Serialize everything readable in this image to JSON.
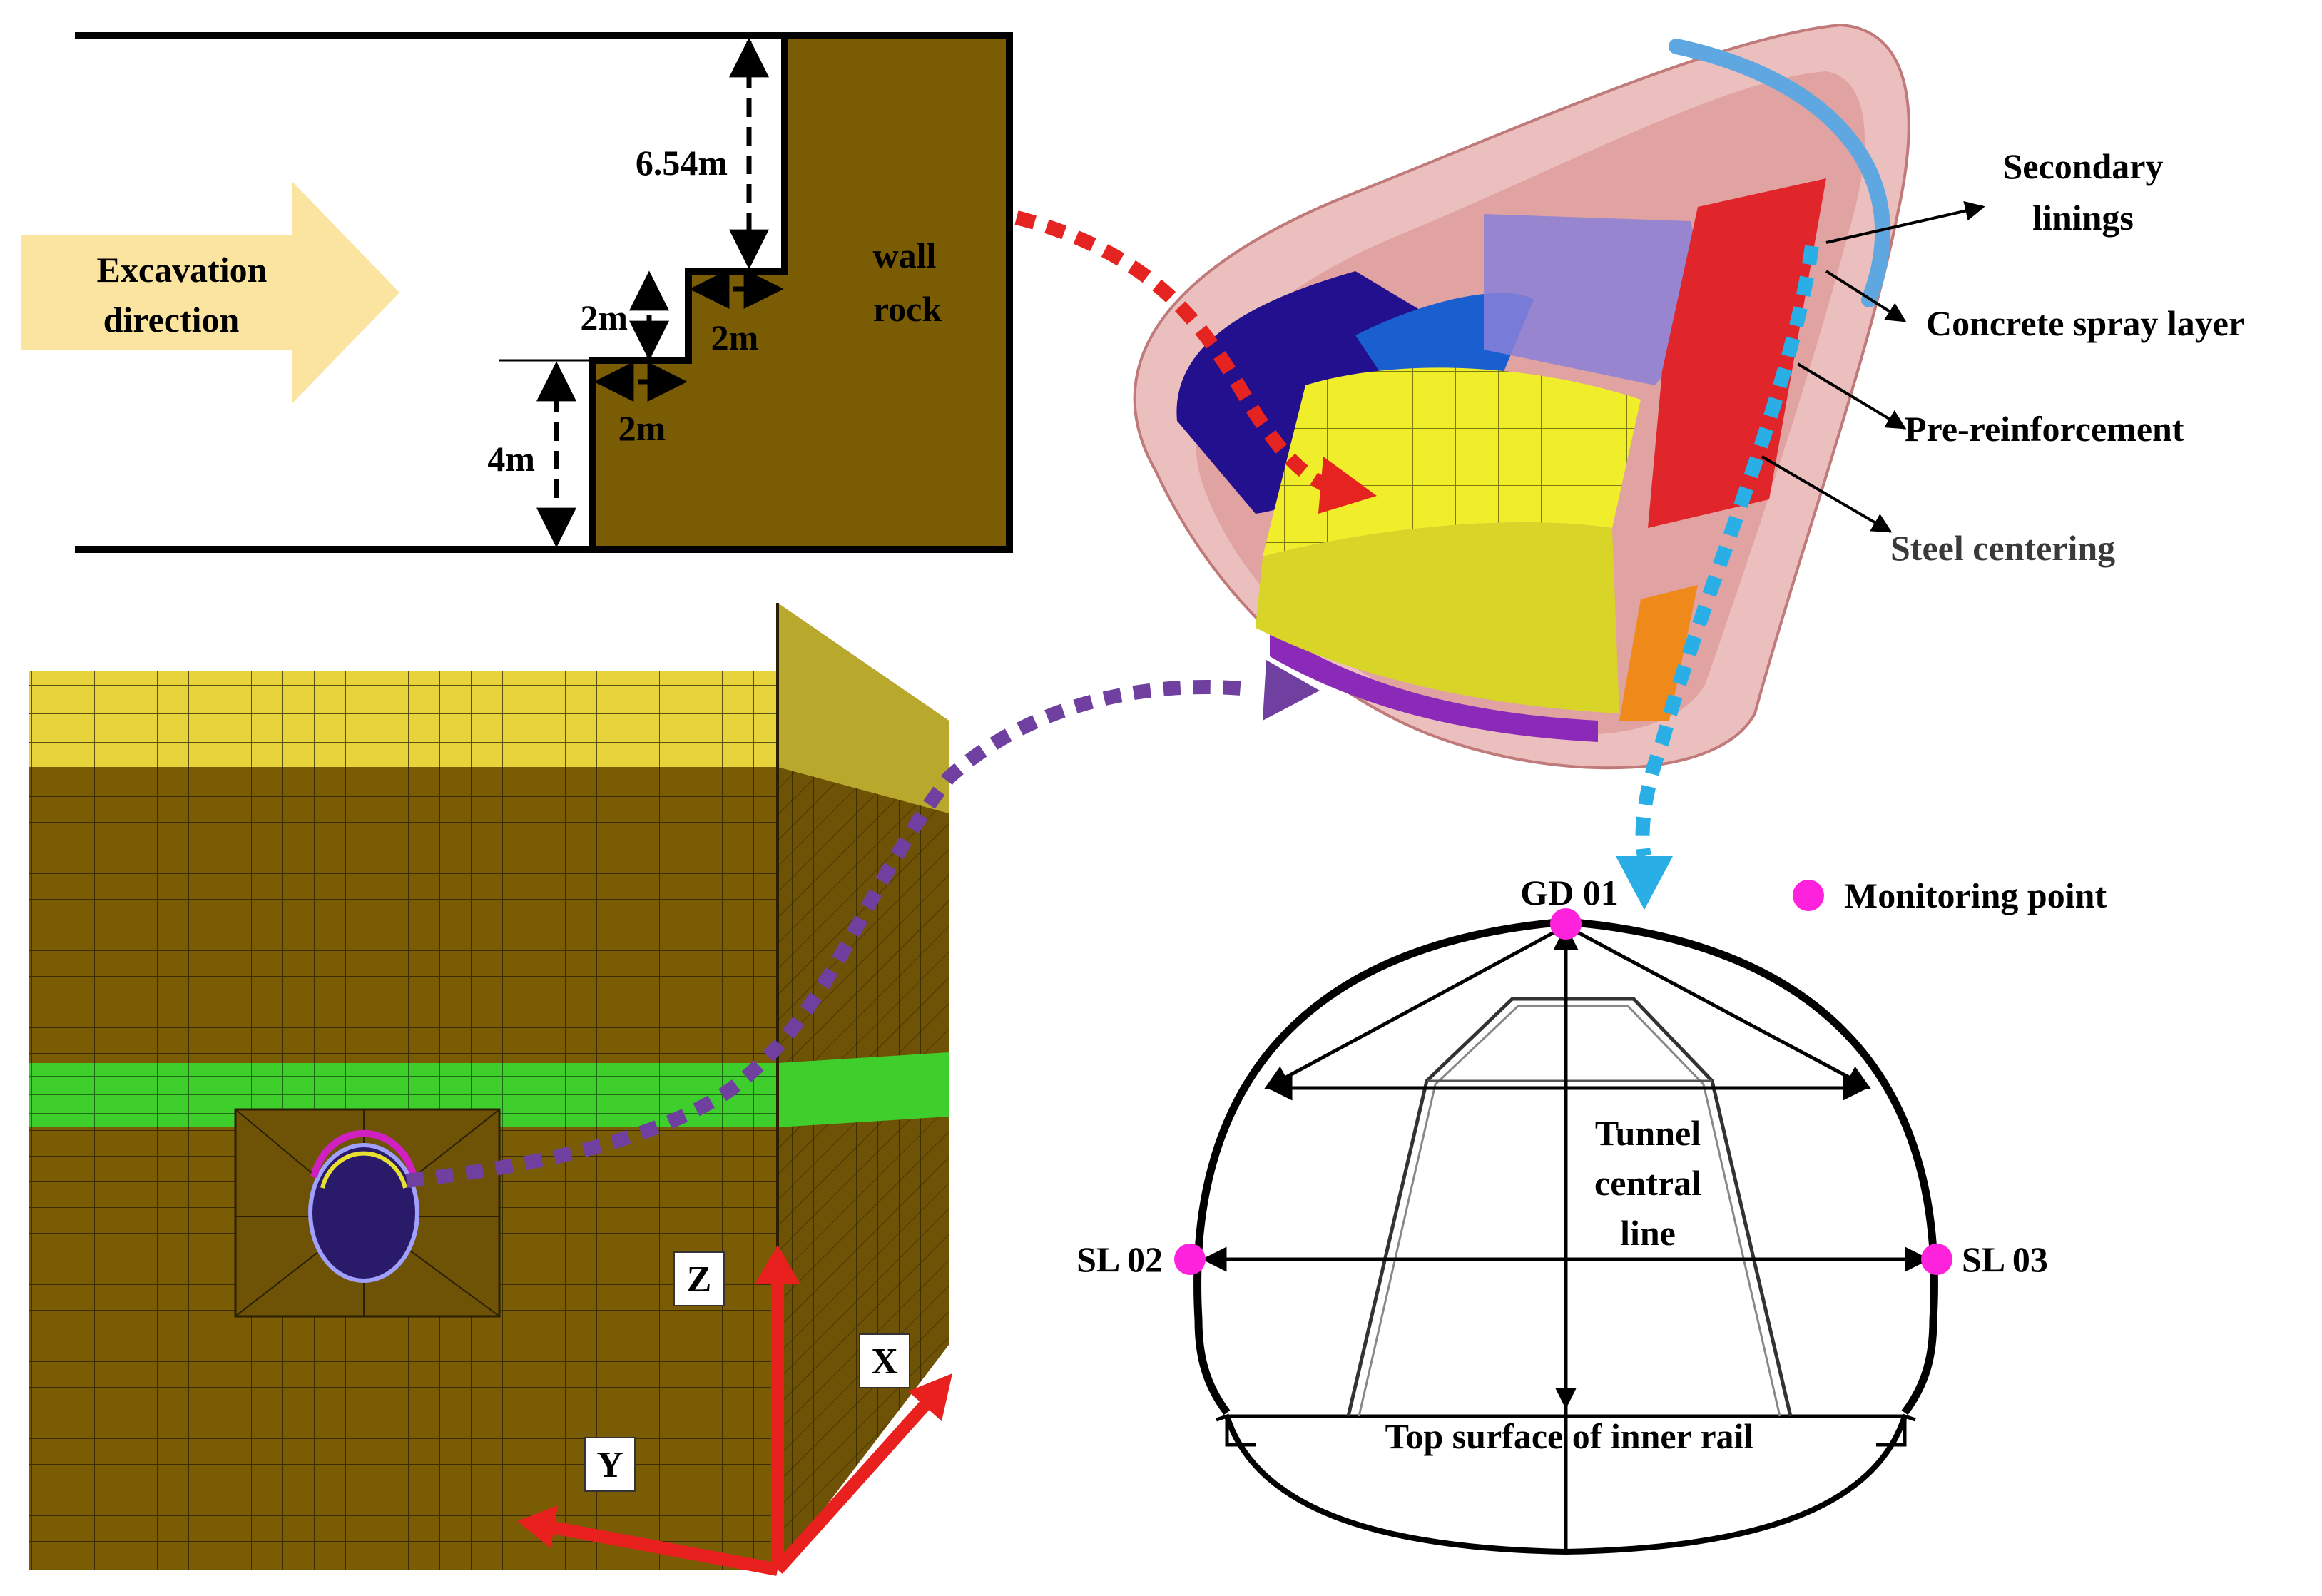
{
  "profile": {
    "excavation_direction": [
      "Excavation",
      "direction"
    ],
    "wall_rock": [
      "wall",
      "rock"
    ],
    "dim_top": "6.54m",
    "dim_step_upper_height": "2m",
    "dim_step_upper_width": "2m",
    "dim_step_lower_width": "2m",
    "dim_bottom": "4m"
  },
  "support_layers": {
    "secondary_linings": [
      "Secondary",
      "linings"
    ],
    "concrete_spray_layer": "Concrete spray layer",
    "pre_reinforcement": "Pre-reinforcement",
    "steel_centering": "Steel centering"
  },
  "axes": {
    "z": "Z",
    "x": "X",
    "y": "Y"
  },
  "cross_section": {
    "gd01": "GD 01",
    "sl02": "SL 02",
    "sl03": "SL 03",
    "legend_monitoring": "Monitoring point",
    "tunnel_central_line": [
      "Tunnel",
      "central",
      "line"
    ],
    "top_surface_rail": "Top surface of inner rail"
  },
  "colors": {
    "wall_rock": "#7a5c05",
    "surface_layer": "#e6d43a",
    "green_layer": "#3fcf2d",
    "arrow_fill": "#fbe3a0",
    "red_axis": "#e8201e",
    "red_dash": "#e52320",
    "purple_dash": "#7040a0",
    "cyan_dash": "#29aee6",
    "monitor_point": "#ff22dd"
  }
}
